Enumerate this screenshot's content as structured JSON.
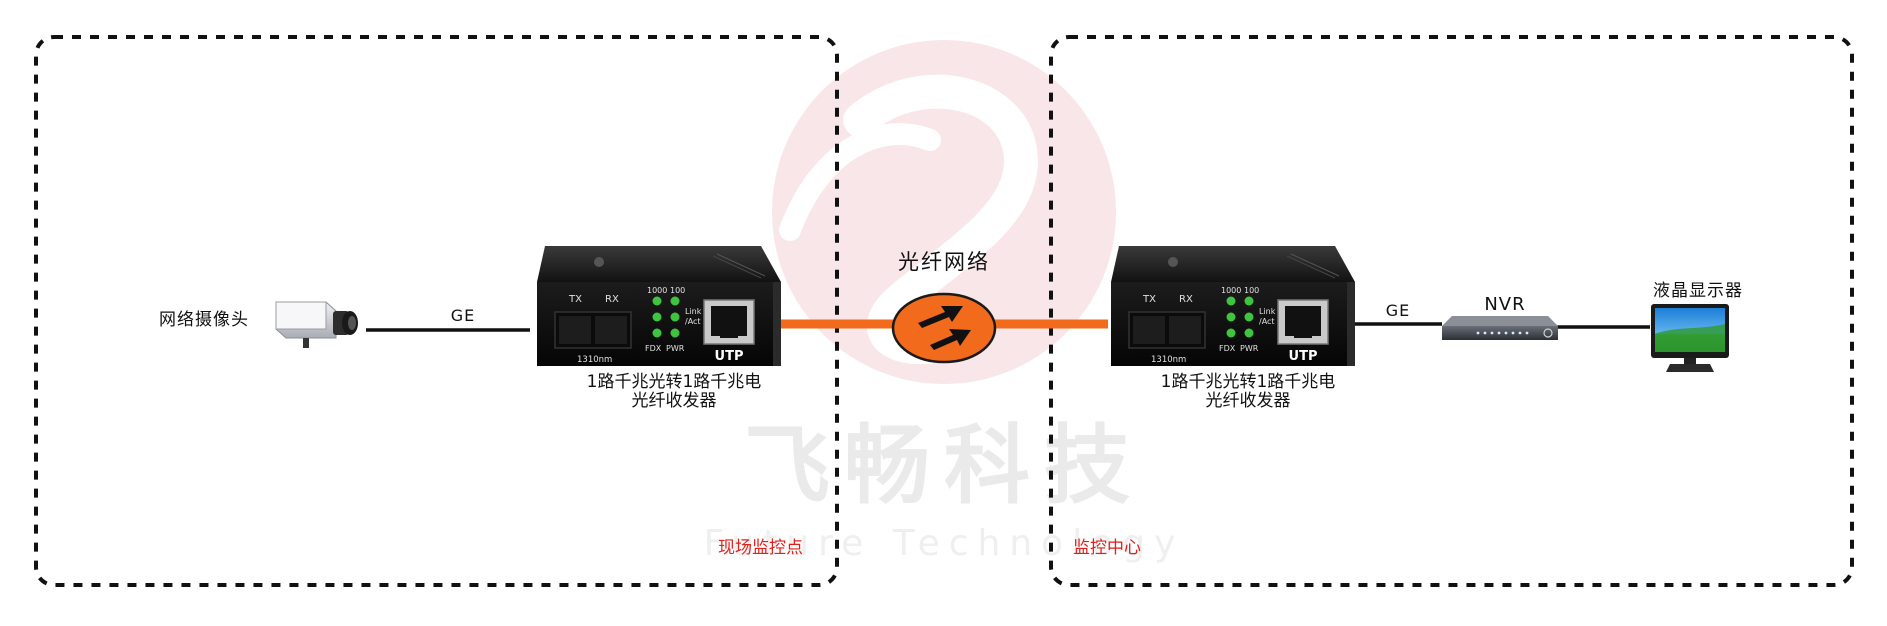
{
  "watermark": {
    "title": "飞畅科技",
    "subtitle": "Future Technology"
  },
  "zones": {
    "left": "现场监控点",
    "right": "监控中心"
  },
  "network": {
    "label": "光纤网络"
  },
  "camera": {
    "label": "网络摄像头"
  },
  "links": {
    "left_ge": "GE",
    "right_ge": "GE"
  },
  "converter_left": {
    "caption_line1": "1路千兆光转1路千兆电",
    "caption_line2": "光纤收发器",
    "tx": "TX",
    "rx": "RX",
    "wavelength": "1310nm",
    "led_1000": "1000",
    "led_100": "100",
    "led_link": "Link",
    "led_act": "/Act",
    "led_fdx": "FDX",
    "led_pwr": "PWR",
    "port": "UTP"
  },
  "converter_right": {
    "caption_line1": "1路千兆光转1路千兆电",
    "caption_line2": "光纤收发器",
    "tx": "TX",
    "rx": "RX",
    "wavelength": "1310nm",
    "led_1000": "1000",
    "led_100": "100",
    "led_link": "Link",
    "led_act": "/Act",
    "led_fdx": "FDX",
    "led_pwr": "PWR",
    "port": "UTP"
  },
  "nvr": {
    "label": "NVR"
  },
  "monitor": {
    "label": "液晶显示器"
  },
  "colors": {
    "fiber": "#f26a1b",
    "zone_label": "#e0201b",
    "watermark": "#e7a8ad",
    "led": "#3fc43f",
    "device_dark": "#141414"
  }
}
